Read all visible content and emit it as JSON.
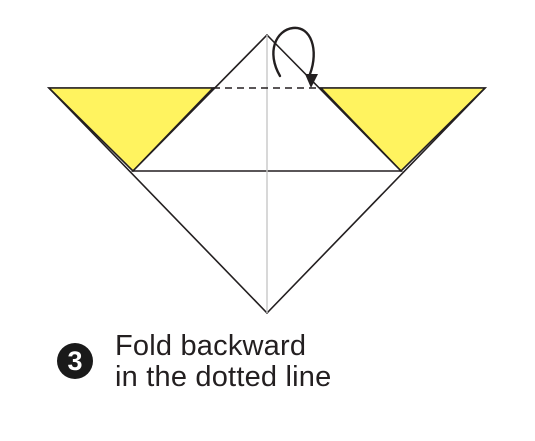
{
  "step": {
    "number": "3",
    "instruction_line1": "Fold backward",
    "instruction_line2": "in the dotted line"
  },
  "colors": {
    "paper_back": "#fff35f",
    "paper_front": "#ffffff",
    "line": "#231f20",
    "crease": "#c8c8c8"
  },
  "icons": [
    "fold-backward-arrow-icon"
  ]
}
